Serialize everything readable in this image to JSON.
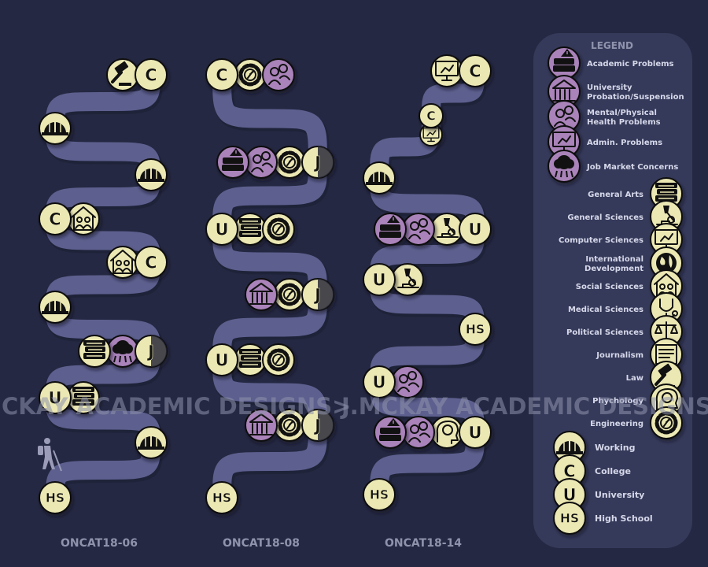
{
  "colors": {
    "background": "#252842",
    "path": "#5d5f8e",
    "node_cream": "#ece8b4",
    "node_purple": "#a983b9",
    "node_dark": "#2b2c3a",
    "legend_panel": "#3a3d5e",
    "text_light": "#d6d8ea",
    "text_gray": "#8f93ac"
  },
  "watermark": "J.MCKAY ACADEMIC DESIGNS>",
  "watermark_left": "CKAY ACADEMIC DESIGNS>",
  "columns": [
    {
      "label": "ONCAT18-06",
      "nodes": [
        {
          "type": "college",
          "letter": "C",
          "icons": [
            {
              "name": "gavel",
              "fill": "cream",
              "side": "left"
            }
          ]
        },
        {
          "type": "working",
          "icons": []
        },
        {
          "type": "working",
          "icons": []
        },
        {
          "type": "college",
          "letter": "C",
          "icons": [
            {
              "name": "social",
              "fill": "cream",
              "side": "right"
            }
          ]
        },
        {
          "type": "college",
          "letter": "C",
          "icons": [
            {
              "name": "social",
              "fill": "cream",
              "side": "left"
            }
          ]
        },
        {
          "type": "working",
          "icons": []
        },
        {
          "type": "job-stage",
          "letter": "J",
          "icons": [
            {
              "name": "job-market",
              "fill": "purple",
              "side": "left"
            },
            {
              "name": "arts",
              "fill": "cream",
              "side": "left"
            }
          ]
        },
        {
          "type": "university",
          "letter": "U",
          "icons": [
            {
              "name": "arts",
              "fill": "cream",
              "side": "right"
            }
          ]
        },
        {
          "type": "working",
          "icons": []
        },
        {
          "type": "high-school",
          "letter": "HS",
          "icons": []
        }
      ]
    },
    {
      "label": "ONCAT18-08",
      "nodes": [
        {
          "type": "college",
          "letter": "C",
          "icons": [
            {
              "name": "engineering",
              "fill": "cream",
              "side": "right"
            },
            {
              "name": "mental",
              "fill": "purple",
              "side": "right"
            }
          ]
        },
        {
          "type": "job-stage",
          "letter": "J",
          "icons": [
            {
              "name": "engineering",
              "fill": "cream",
              "side": "left"
            },
            {
              "name": "mental",
              "fill": "purple",
              "side": "left"
            },
            {
              "name": "academic",
              "fill": "purple",
              "side": "left"
            }
          ]
        },
        {
          "type": "university",
          "letter": "U",
          "icons": [
            {
              "name": "arts",
              "fill": "cream",
              "side": "right"
            },
            {
              "name": "engineering",
              "fill": "cream",
              "side": "right"
            }
          ]
        },
        {
          "type": "job-stage",
          "letter": "J",
          "icons": [
            {
              "name": "engineering",
              "fill": "cream",
              "side": "left"
            },
            {
              "name": "admin",
              "fill": "purple",
              "side": "left"
            }
          ]
        },
        {
          "type": "university",
          "letter": "U",
          "icons": [
            {
              "name": "arts",
              "fill": "cream",
              "side": "right"
            },
            {
              "name": "engineering",
              "fill": "cream",
              "side": "right"
            }
          ]
        },
        {
          "type": "job-stage",
          "letter": "J",
          "icons": [
            {
              "name": "engineering",
              "fill": "cream",
              "side": "left"
            },
            {
              "name": "admin",
              "fill": "purple",
              "side": "left"
            }
          ]
        },
        {
          "type": "high-school",
          "letter": "HS",
          "icons": []
        }
      ]
    },
    {
      "label": "ONCAT18-14",
      "nodes": [
        {
          "type": "college",
          "letter": "C",
          "icons": [
            {
              "name": "computer",
              "fill": "cream",
              "side": "left"
            }
          ]
        },
        {
          "type": "college",
          "letter": "C",
          "icons": [
            {
              "name": "computer",
              "fill": "cream",
              "side": "below"
            }
          ]
        },
        {
          "type": "working",
          "icons": []
        },
        {
          "type": "university",
          "letter": "U",
          "icons": [
            {
              "name": "medical",
              "fill": "cream",
              "side": "left"
            },
            {
              "name": "mental",
              "fill": "purple",
              "side": "left"
            },
            {
              "name": "academic",
              "fill": "purple",
              "side": "left"
            }
          ]
        },
        {
          "type": "university",
          "letter": "U",
          "icons": [
            {
              "name": "medical",
              "fill": "cream",
              "side": "right"
            }
          ]
        },
        {
          "type": "high-school",
          "letter": "HS",
          "icons": []
        },
        {
          "type": "university",
          "letter": "U",
          "icons": [
            {
              "name": "mental",
              "fill": "purple",
              "side": "right"
            }
          ]
        },
        {
          "type": "university",
          "letter": "U",
          "icons": [
            {
              "name": "psychology",
              "fill": "cream",
              "side": "left"
            },
            {
              "name": "mental",
              "fill": "purple",
              "side": "left"
            },
            {
              "name": "academic",
              "fill": "purple",
              "side": "left"
            }
          ]
        },
        {
          "type": "high-school",
          "letter": "HS",
          "icons": []
        }
      ]
    }
  ],
  "legend": {
    "title": "LEGEND",
    "problems": [
      {
        "label": "Academic Problems",
        "icon": "academic"
      },
      {
        "label": "University Probation/Suspension",
        "icon": "admin"
      },
      {
        "label": "Mental/Physical Health Problems",
        "icon": "mental"
      },
      {
        "label": "Admin. Problems",
        "icon": "computer"
      },
      {
        "label": "Job Market Concerns",
        "icon": "job-market"
      }
    ],
    "fields": [
      {
        "label": "General Arts",
        "icon": "arts"
      },
      {
        "label": "General Sciences",
        "icon": "medical"
      },
      {
        "label": "Computer Sciences",
        "icon": "computer"
      },
      {
        "label": "International Development",
        "icon": "globe"
      },
      {
        "label": "Social Sciences",
        "icon": "social"
      },
      {
        "label": "Medical Sciences",
        "icon": "stethoscope"
      },
      {
        "label": "Political Sciences",
        "icon": "political"
      },
      {
        "label": "Journalism",
        "icon": "journalism"
      },
      {
        "label": "Law",
        "icon": "gavel"
      },
      {
        "label": "Phychology",
        "icon": "psychology"
      },
      {
        "label": "Engineering",
        "icon": "engineering"
      }
    ],
    "paths": [
      {
        "label": "Working",
        "icon": "working"
      },
      {
        "label": "College",
        "letter": "C"
      },
      {
        "label": "University",
        "letter": "U"
      },
      {
        "label": "High School",
        "letter": "HS"
      }
    ]
  }
}
